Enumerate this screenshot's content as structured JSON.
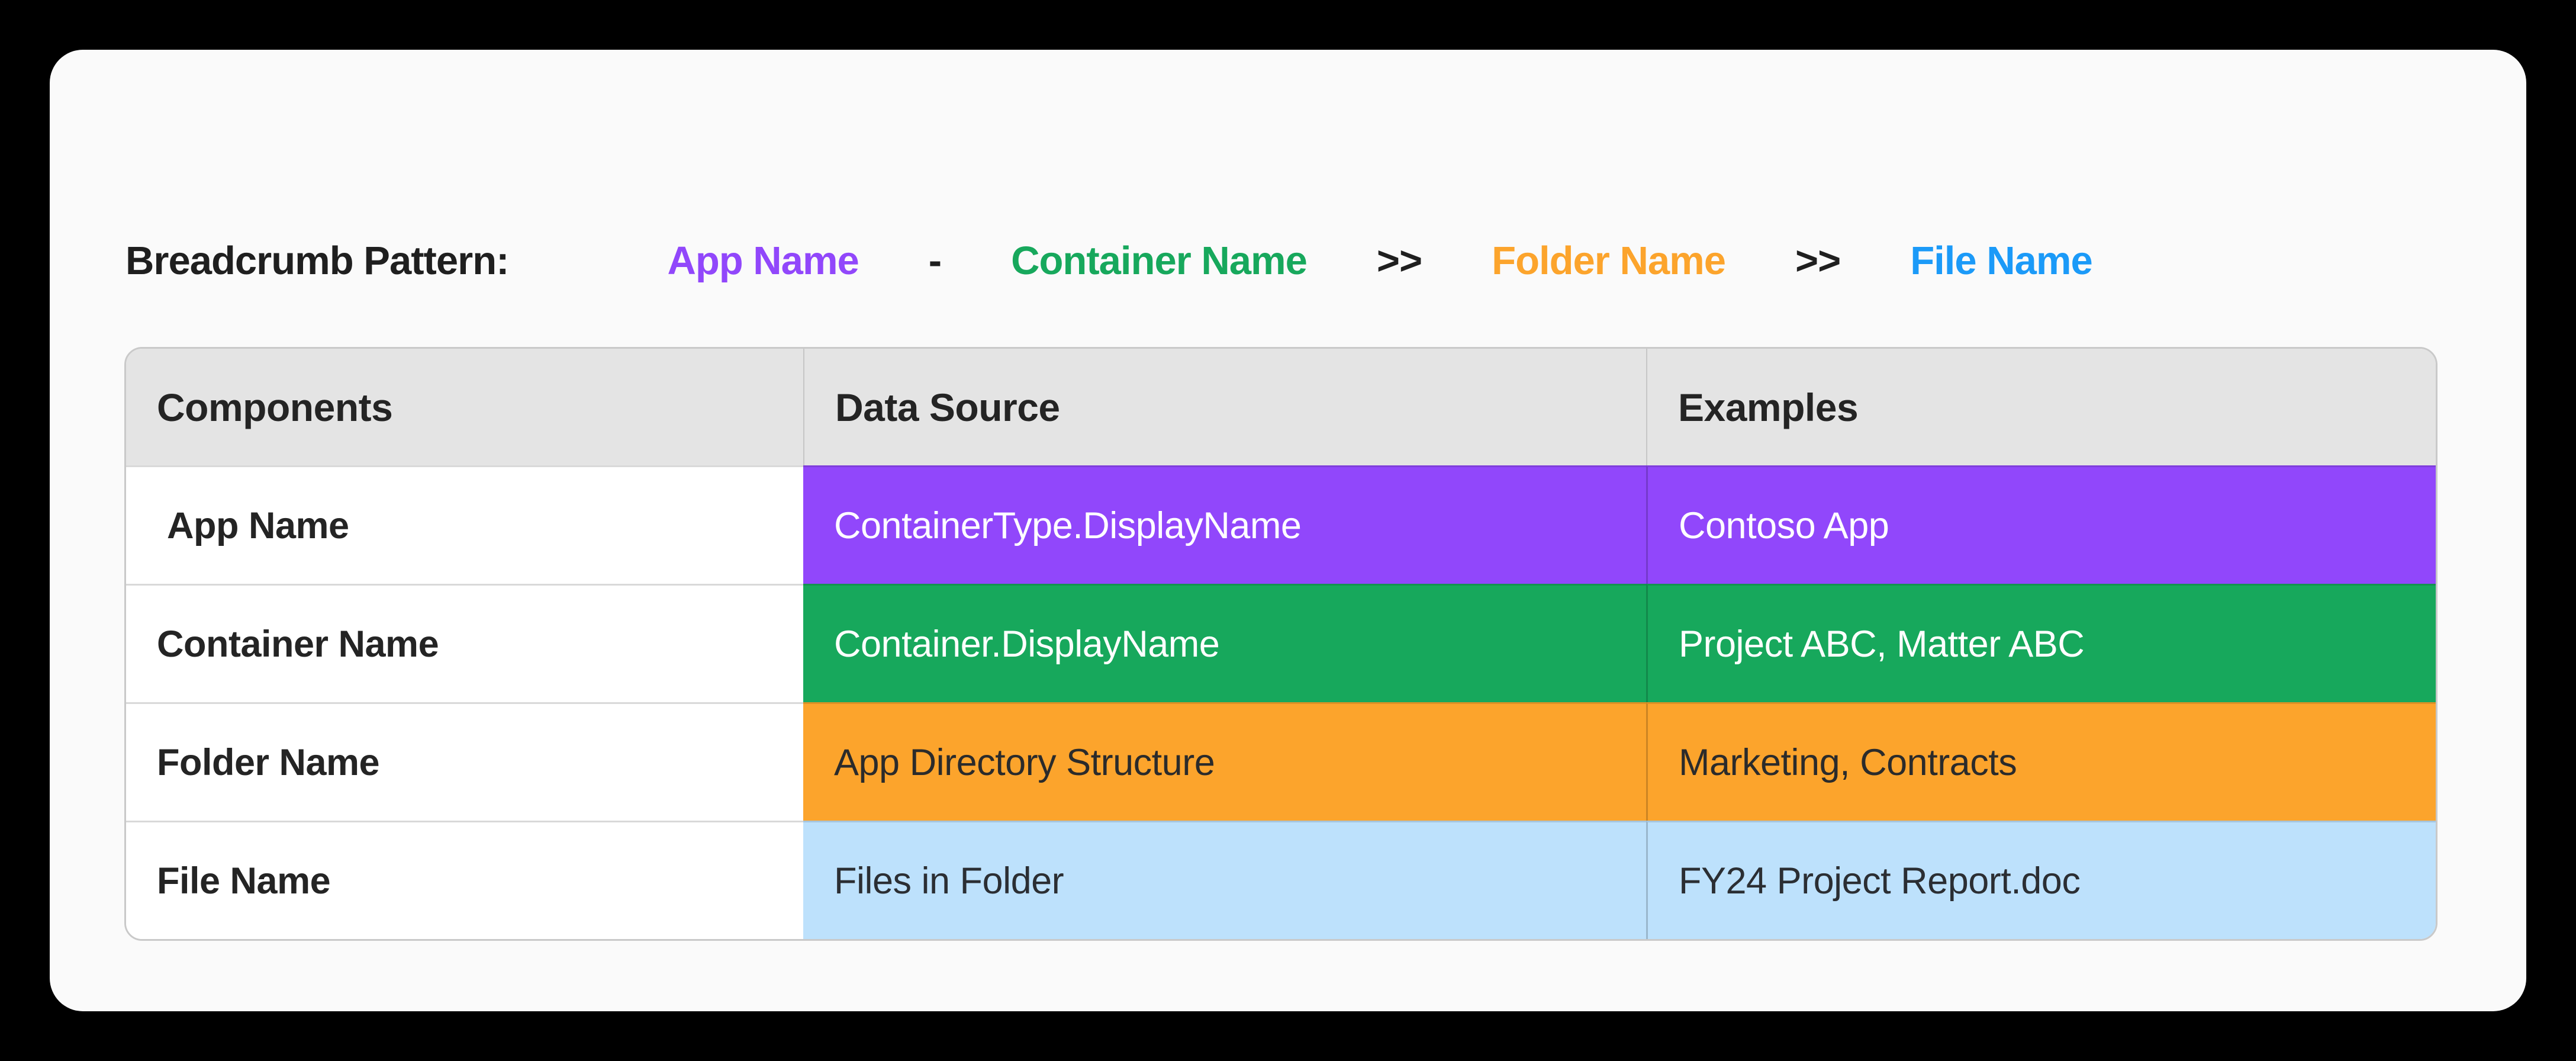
{
  "colors": {
    "page_bg": "#000000",
    "card_bg": "#FAFAFA",
    "header_bg": "#E4E4E4",
    "title_text": "#1F1F1F",
    "purple": "#9147FB",
    "green": "#17A85C",
    "orange": "#FCA42C",
    "light_blue": "#BDE1FC",
    "blue": "#1B9AF8"
  },
  "breadcrumb": {
    "label": "Breadcrumb Pattern:",
    "items": [
      {
        "text": "App Name",
        "color": "#9147FB"
      },
      {
        "text": "-",
        "color": "#1F1F1F"
      },
      {
        "text": "Container Name",
        "color": "#17A85C"
      },
      {
        "text": ">>",
        "color": "#1F1F1F"
      },
      {
        "text": "Folder Name",
        "color": "#FCA42C"
      },
      {
        "text": ">>",
        "color": "#1F1F1F"
      },
      {
        "text": "File Name",
        "color": "#1B9AF8"
      }
    ]
  },
  "table": {
    "headers": [
      "Components",
      "Data Source",
      "Examples"
    ],
    "rows": [
      {
        "component": " App Name",
        "data_source": "ContainerType.DisplayName",
        "example": "Contoso App",
        "bg": "#9147FB",
        "fg": "#FFFFFF"
      },
      {
        "component": "Container Name",
        "data_source": "Container.DisplayName",
        "example": "Project ABC, Matter ABC",
        "bg": "#17A85C",
        "fg": "#FFFFFF"
      },
      {
        "component": "Folder Name",
        "data_source": "App Directory Structure",
        "example": "Marketing, Contracts",
        "bg": "#FCA42C",
        "fg": "#2B2B2B"
      },
      {
        "component": "File Name",
        "data_source": "Files in Folder",
        "example": "FY24 Project Report.doc",
        "bg": "#BDE1FC",
        "fg": "#2B2E33"
      }
    ]
  }
}
